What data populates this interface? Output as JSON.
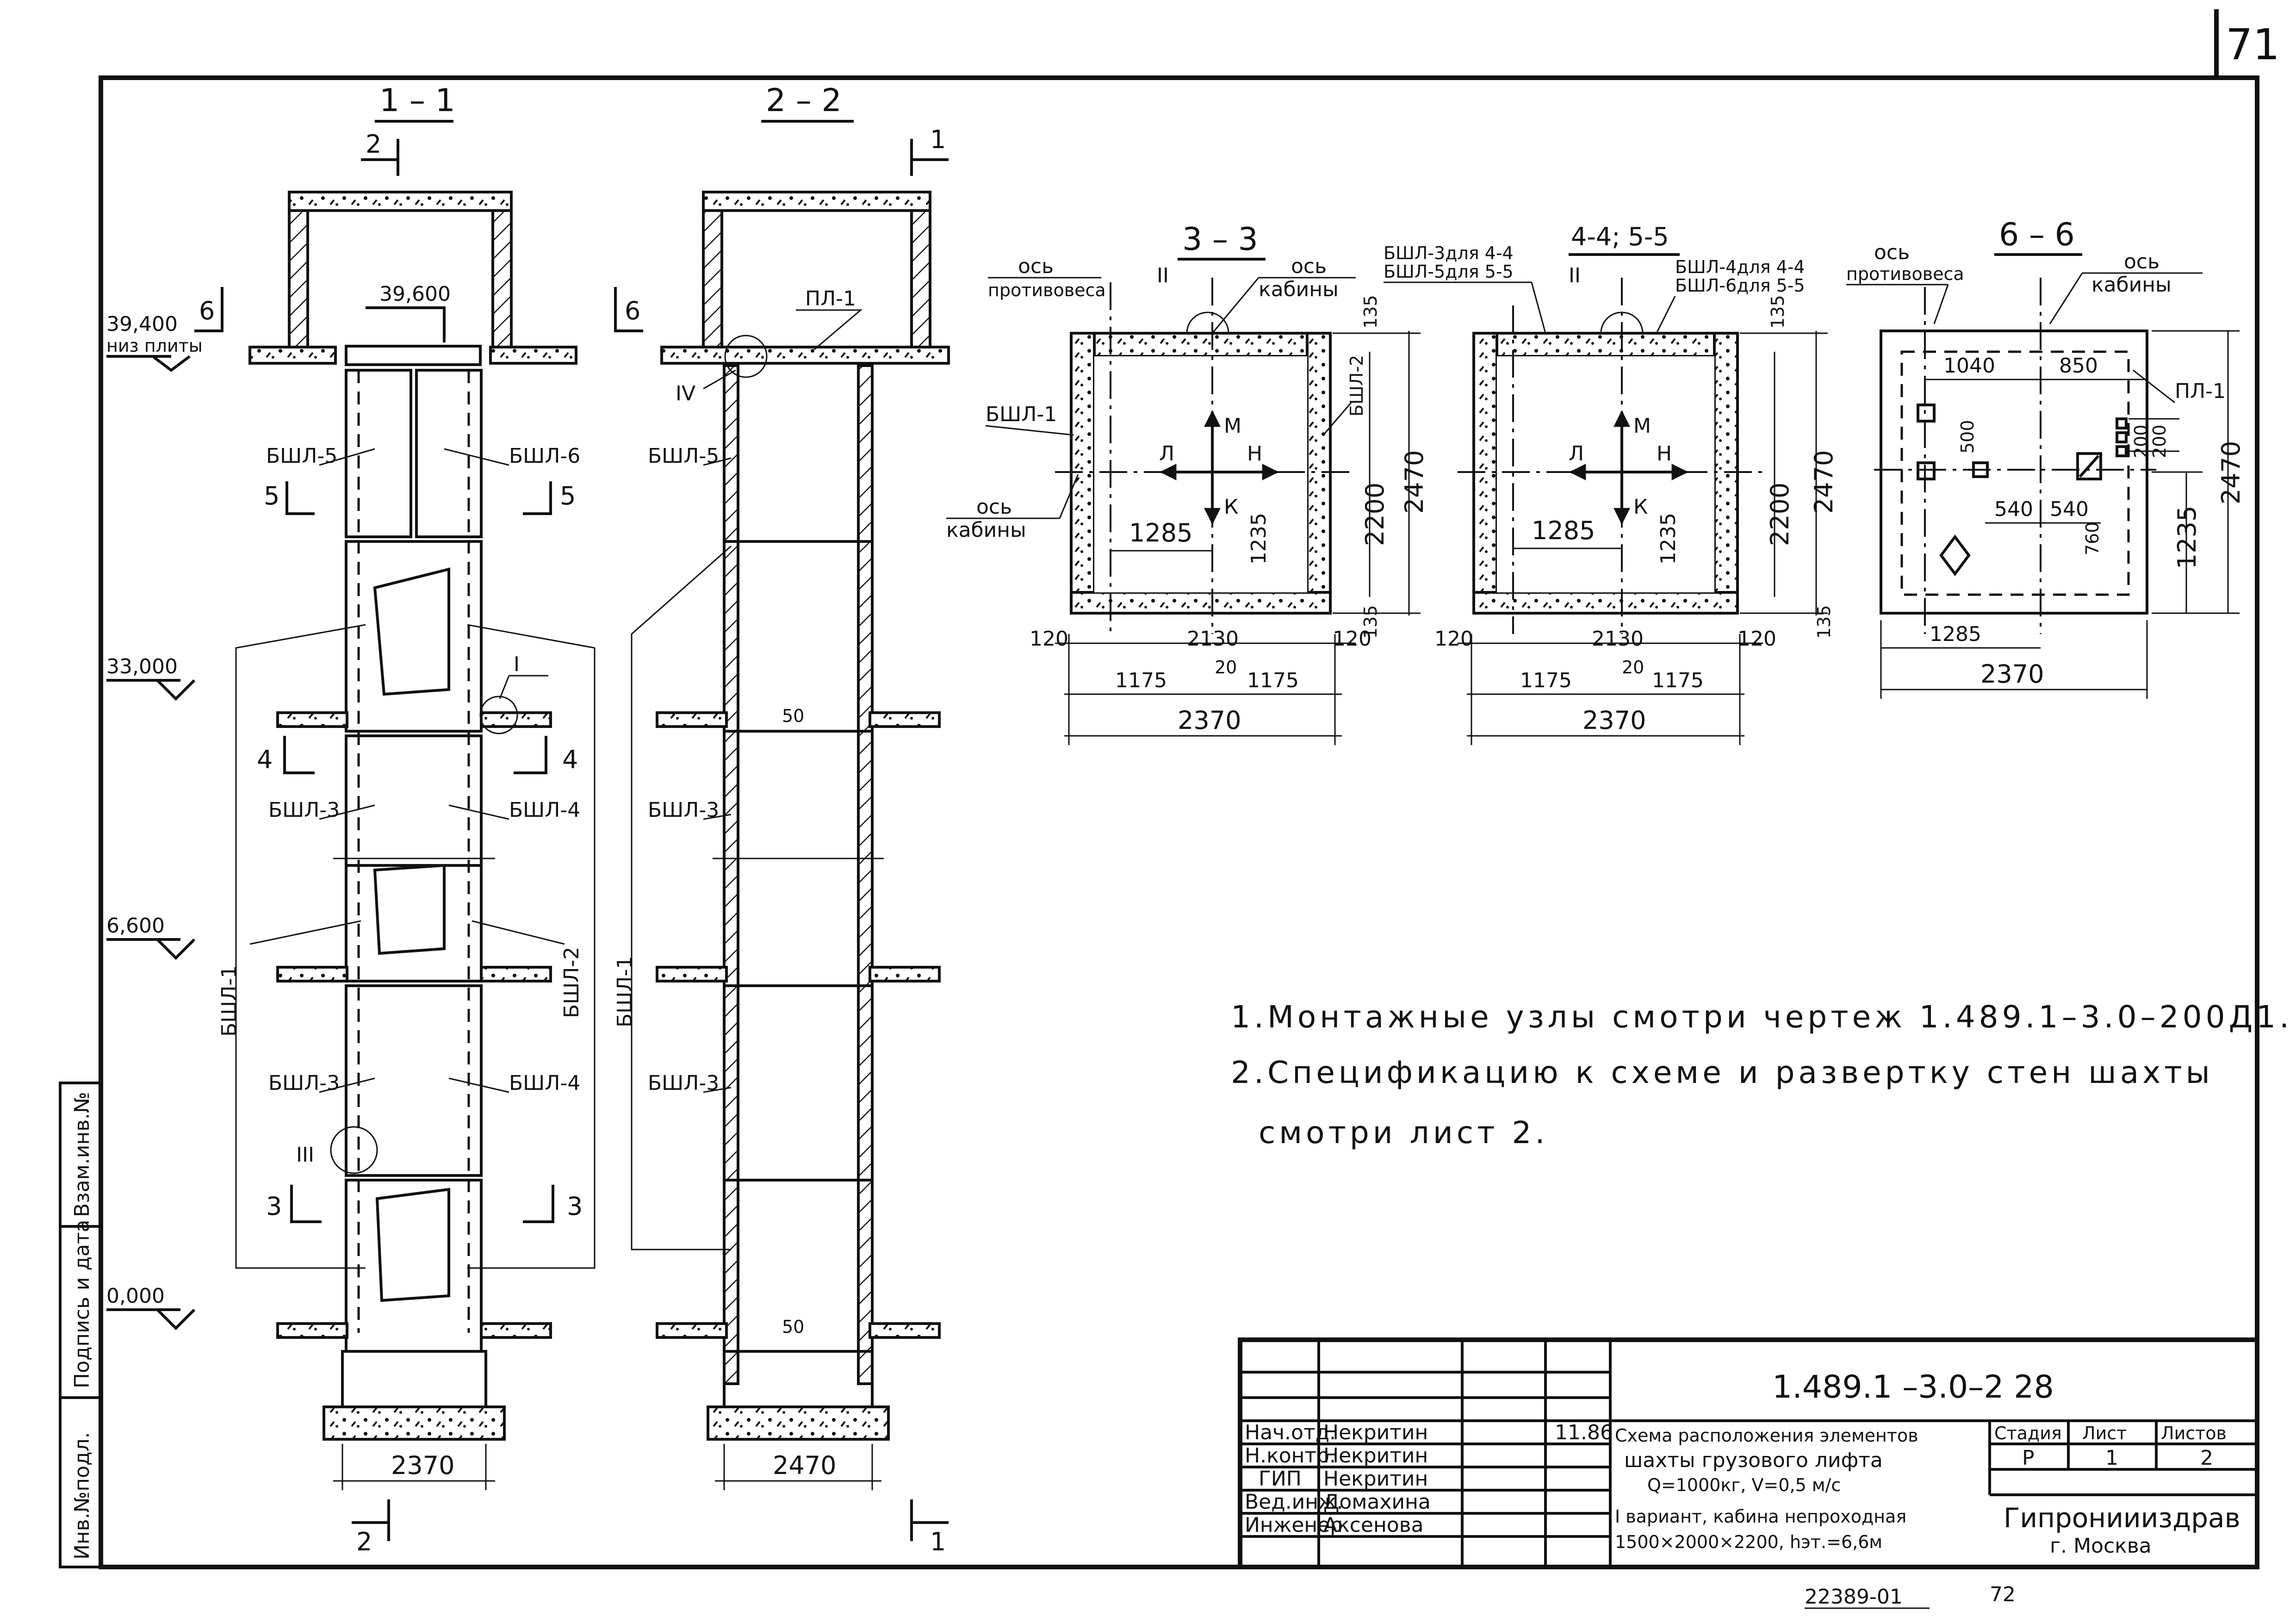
{
  "page_number": "71",
  "sections": {
    "s11": "1 – 1",
    "s22": "2 – 2",
    "s33": "3 – 3",
    "s44": "4-4; 5-5",
    "s66": "6 – 6"
  },
  "cut_marks": {
    "c2": "2",
    "c1": "1",
    "c6": "6",
    "c5": "5",
    "c4": "4",
    "c3": "3"
  },
  "levels": {
    "l39400": "39,400",
    "l39400_note": "низ плиты",
    "l39600": "39,600",
    "l33000": "33,000",
    "l6600": "6,600",
    "l0": "0,000"
  },
  "elements": {
    "bshl1": "БШЛ-1",
    "bshl2": "БШЛ-2",
    "bshl3": "БШЛ-3",
    "bshl4": "БШЛ-4",
    "bshl5": "БШЛ-5",
    "bshl6": "БШЛ-6",
    "pl1": "ПЛ-1"
  },
  "nodes": {
    "n1": "I",
    "n2": "II",
    "n3": "III",
    "n4": "IV"
  },
  "axes": {
    "cabin_axis": "ось кабины",
    "ось": "ось",
    "cabin": "кабины",
    "cw_axis": "противовеса",
    "l": "Л",
    "m": "М",
    "n": "Н",
    "k": "К"
  },
  "section44_labels": {
    "a": "БШЛ-3для 4-4",
    "b": "БШЛ-5для 5-5",
    "c": "БШЛ-4для 4-4",
    "d": "БШЛ-6для 5-5"
  },
  "dims": {
    "d2370": "2370",
    "d2470": "2470",
    "d2200": "2200",
    "d2130": "2130",
    "d1175": "1175",
    "d20": "20",
    "d120": "120",
    "d135": "135",
    "d1285": "1285",
    "d1235": "1235",
    "d1040": "1040",
    "d850": "850",
    "d500": "500",
    "d540": "540",
    "d760": "760",
    "d200": "200",
    "d50": "50"
  },
  "notes": {
    "n1": "1.Монтажные узлы смотри чертеж 1.489.1–3.0–200Д1.",
    "n2": "2.Спецификацию к схеме и развертку стен шахты",
    "n3": "смотри лист 2."
  },
  "side_stamp": {
    "a": "Инв.№подл.",
    "b": "Подпись и дата",
    "c": "Взам.инв.№"
  },
  "title_block": {
    "code": "1.489.1 –3.0–2 28",
    "rows": [
      {
        "role": "Нач.отд.",
        "name": "Некритин",
        "date": "11.86"
      },
      {
        "role": "Н.контр.",
        "name": "Некритин",
        "date": ""
      },
      {
        "role": "ГИП",
        "name": "Некритин",
        "date": ""
      },
      {
        "role": "Вед.инж.",
        "name": "Домахина",
        "date": ""
      },
      {
        "role": "Инженер",
        "name": "Аксенова",
        "date": ""
      }
    ],
    "title_l1": "Схема расположения элементов",
    "title_l2": "шахты грузового лифта",
    "title_l3": "Q=1000кг, V=0,5 м/с",
    "title_l4": "I вариант, кабина непроходная",
    "title_l5": "1500×2000×2200, hэт.=6,6м",
    "stage_h": "Стадия",
    "sheet_h": "Лист",
    "sheets_h": "Листов",
    "stage": "Р",
    "sheet": "1",
    "sheets": "2",
    "org": "Гипрониииздрав",
    "city": "г. Москва"
  },
  "bottom_code": "22389-01",
  "bottom_page": "72"
}
